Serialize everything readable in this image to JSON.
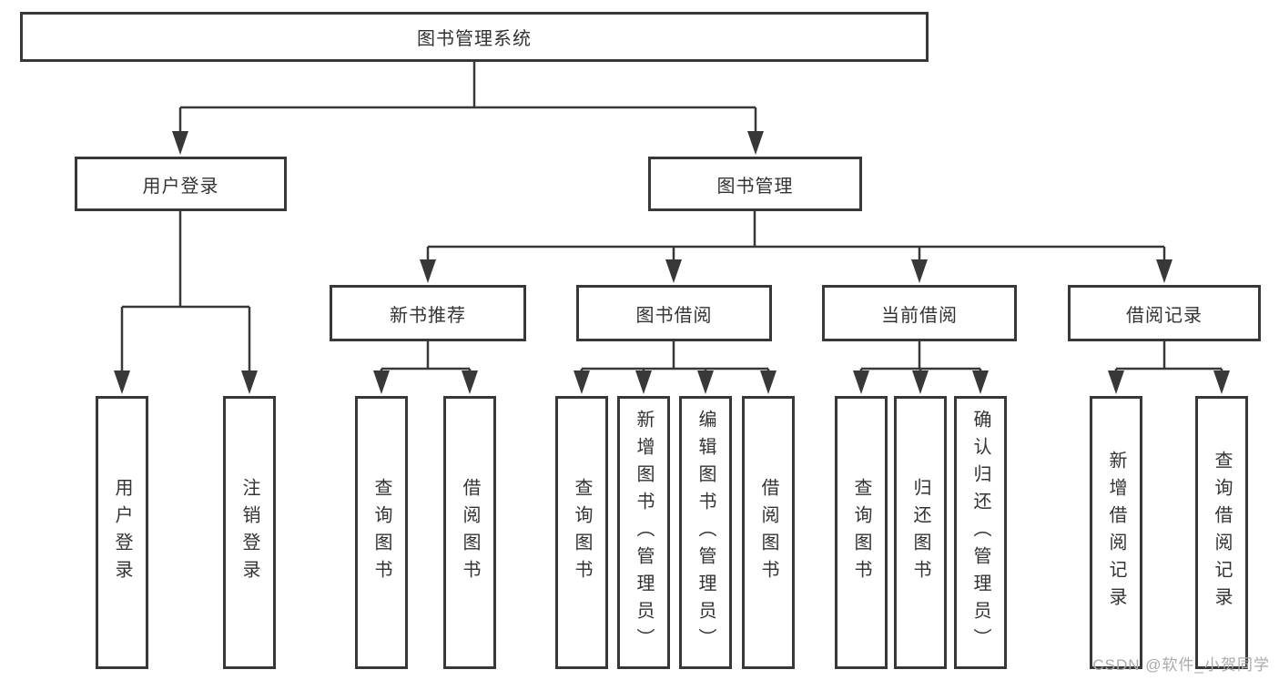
{
  "tree": {
    "root": {
      "label": "图书管理系统",
      "children": [
        {
          "label": "用户登录",
          "children": [
            {
              "label": "用户登录"
            },
            {
              "label": "注销登录"
            }
          ]
        },
        {
          "label": "图书管理",
          "children": [
            {
              "label": "新书推荐",
              "children": [
                {
                  "label": "查询图书"
                },
                {
                  "label": "借阅图书"
                }
              ]
            },
            {
              "label": "图书借阅",
              "children": [
                {
                  "label": "查询图书"
                },
                {
                  "label": "新增图书（管理员）"
                },
                {
                  "label": "编辑图书（管理员）"
                },
                {
                  "label": "借阅图书"
                }
              ]
            },
            {
              "label": "当前借阅",
              "children": [
                {
                  "label": "查询图书"
                },
                {
                  "label": "归还图书"
                },
                {
                  "label": "确认归还（管理员）"
                }
              ]
            },
            {
              "label": "借阅记录",
              "children": [
                {
                  "label": "新增借阅记录"
                },
                {
                  "label": "查询借阅记录"
                }
              ]
            }
          ]
        }
      ]
    }
  },
  "watermark": {
    "text": "CSDN @软件_小贺同学"
  },
  "colors": {
    "line": "#383838",
    "box_border": "#383838",
    "text": "#333333",
    "background": "#ffffff",
    "watermark": "#aaaaaa"
  }
}
